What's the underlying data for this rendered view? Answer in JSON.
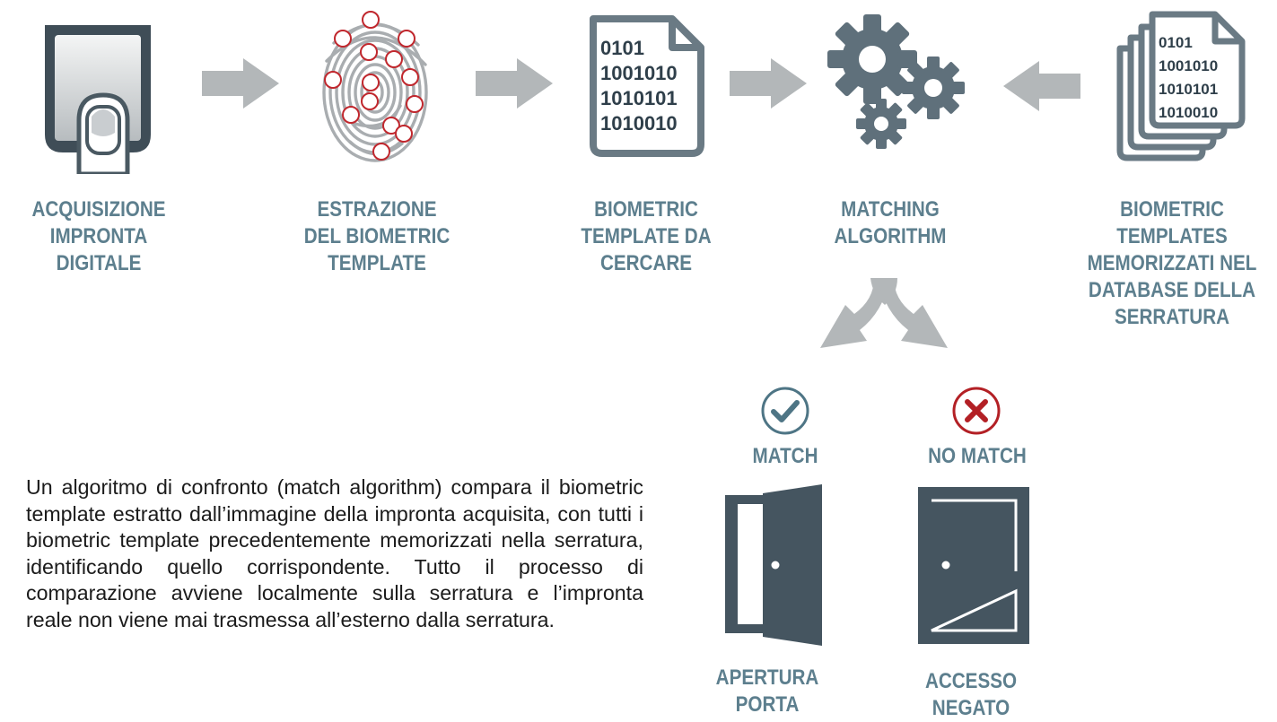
{
  "steps": [
    {
      "lines": [
        "ACQUISIZIONE",
        "IMPRONTA",
        "DIGITALE"
      ]
    },
    {
      "lines": [
        "ESTRAZIONE",
        "DEL BIOMETRIC",
        "TEMPLATE"
      ]
    },
    {
      "lines": [
        "BIOMETRIC",
        "TEMPLATE DA",
        "CERCARE"
      ]
    },
    {
      "lines": [
        "MATCHING",
        "ALGORITHM"
      ]
    },
    {
      "lines": [
        "BIOMETRIC",
        "TEMPLATES",
        "MEMORIZZATI NEL",
        "DATABASE DELLA",
        "SERRATURA"
      ]
    }
  ],
  "template_doc": {
    "lines": [
      "0101",
      "1001010",
      "1010101",
      "1010010"
    ]
  },
  "database_doc": {
    "lines": [
      "0101",
      "1001010",
      "1010101",
      "1010010"
    ]
  },
  "outcomes": {
    "match": {
      "label": "MATCH",
      "action": [
        "APERTURA",
        "PORTA"
      ]
    },
    "no_match": {
      "label": "NO MATCH",
      "action": [
        "ACCESSO",
        "NEGATO"
      ]
    }
  },
  "description": "Un algoritmo di confronto (match algorithm) compara il biometric template estratto dall’immagine della impronta acquisita, con tutti i biometric template precedentemente memorizzati nella serratura, identificando quello corrispondente. Tutto il processo di comparazione avviene localmente sulla serratura e l’impronta reale non viene mai trasmessa all’esterno dalla serratura.",
  "colors": {
    "label": "#5d7f8e",
    "dark": "#455560",
    "arrow": "#b3b7b9",
    "gear": "#5f707b",
    "check": "#4e7585",
    "cross": "#b32025",
    "minutia": "#c0272d"
  },
  "icons": [
    "fingerprint-scanner-icon",
    "fingerprint-icon",
    "document-icon",
    "gears-icon",
    "documents-stack-icon",
    "split-arrow-icon",
    "check-circle-icon",
    "cross-circle-icon",
    "open-door-icon",
    "closed-door-icon"
  ]
}
